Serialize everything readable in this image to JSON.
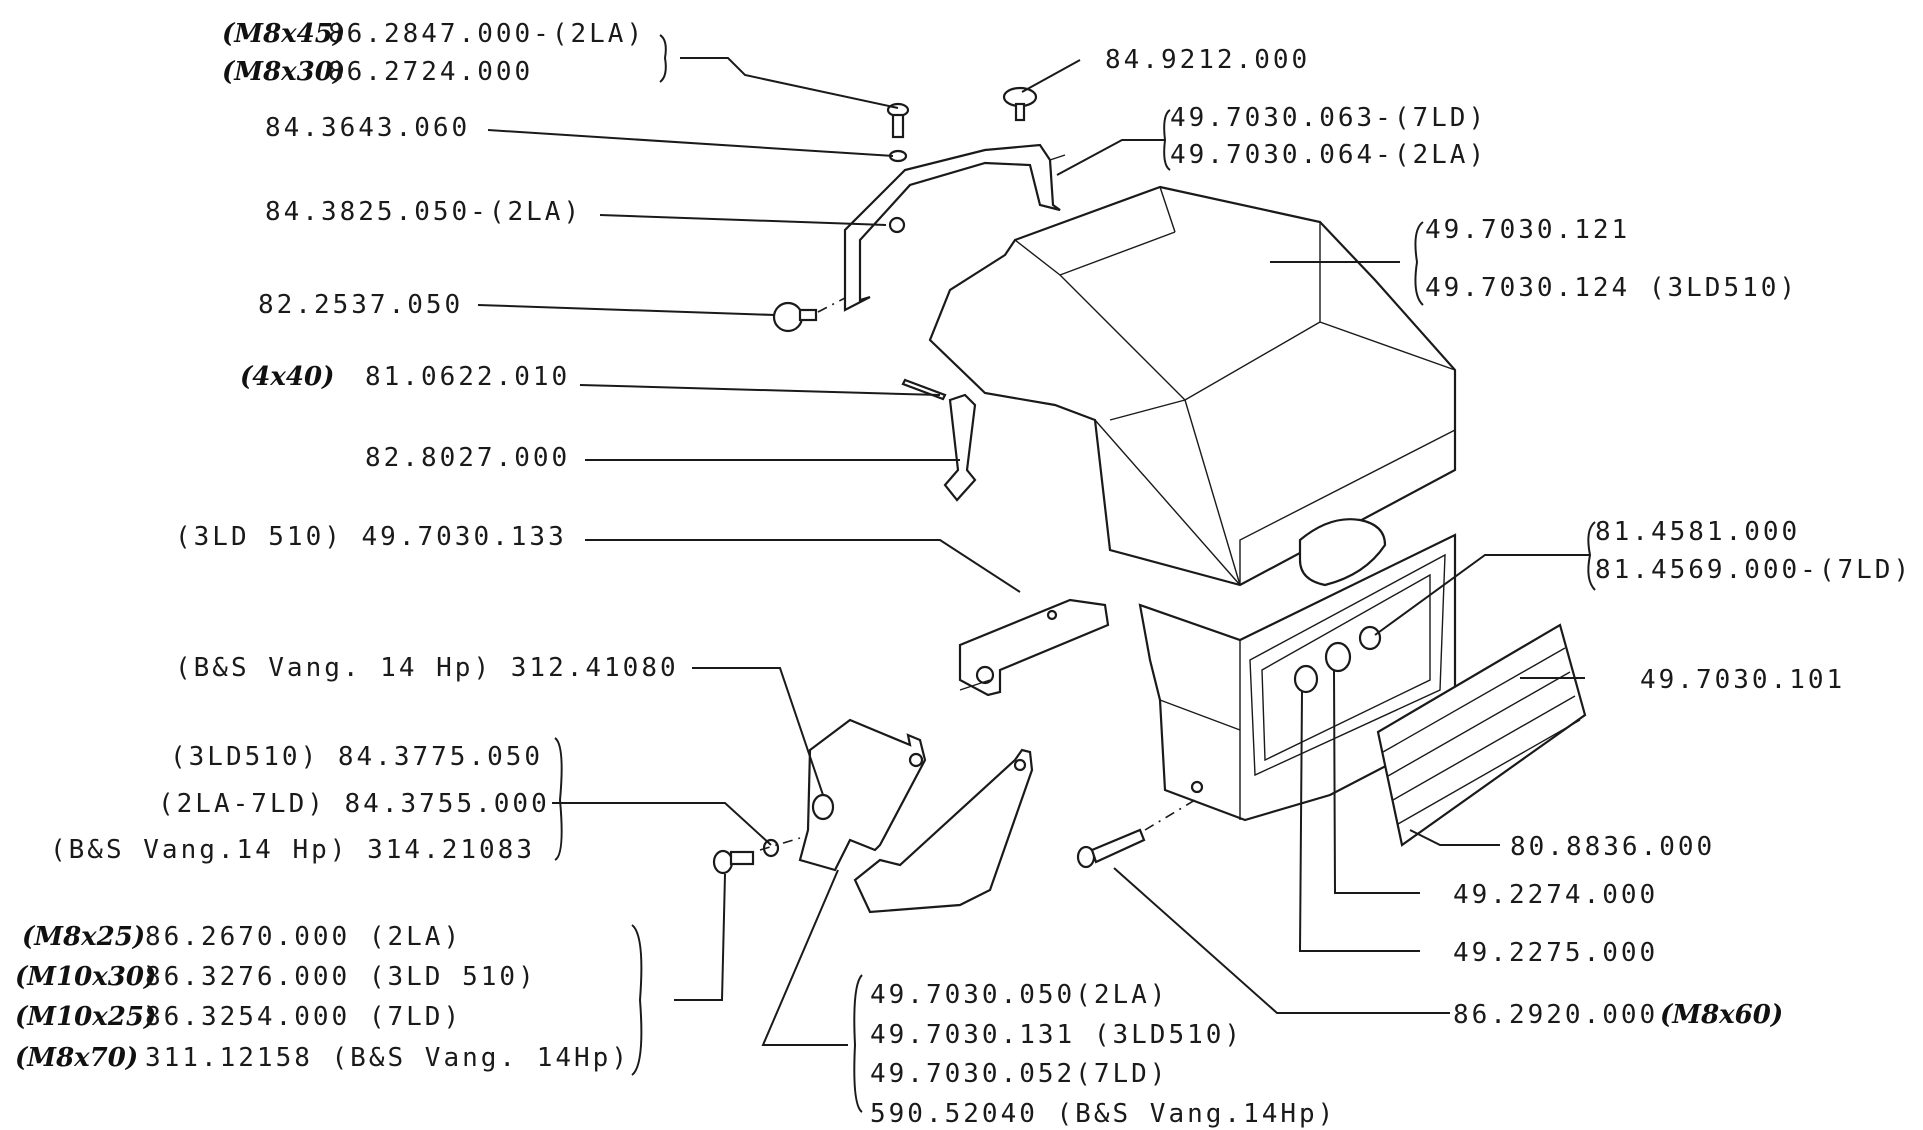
{
  "labels": {
    "l01a": {
      "hand": "(M8x45)",
      "code": "86.2847.000-(2LA)"
    },
    "l01b": {
      "hand": "(M8x30)",
      "code": "86.2724.000"
    },
    "l02": {
      "code": "84.9212.000"
    },
    "l03": {
      "code": "84.3643.060"
    },
    "l04a": {
      "code": "49.7030.063-(7LD)"
    },
    "l04b": {
      "code": "49.7030.064-(2LA)"
    },
    "l05": {
      "code": "84.3825.050-(2LA)"
    },
    "l06a": {
      "code": "49.7030.121"
    },
    "l06b": {
      "code": "49.7030.124 (3LD510)"
    },
    "l07": {
      "code": "82.2537.050"
    },
    "l08": {
      "hand": "(4x40)",
      "code": "81.0622.010"
    },
    "l09": {
      "code": "82.8027.000"
    },
    "l10": {
      "code": "(3LD 510) 49.7030.133"
    },
    "l11a": {
      "code": "81.4581.000"
    },
    "l11b": {
      "code": "81.4569.000-(7LD)"
    },
    "l12": {
      "code": "(B&S Vang. 14 Hp) 312.41080"
    },
    "l13": {
      "code": "49.7030.101"
    },
    "l14a": {
      "code": "(3LD510) 84.3775.050"
    },
    "l14b": {
      "code": "(2LA-7LD) 84.3755.000"
    },
    "l14c": {
      "code": "(B&S Vang.14 Hp) 314.21083"
    },
    "l15": {
      "code": "80.8836.000"
    },
    "l16": {
      "code": "49.2274.000"
    },
    "l17": {
      "code": "49.2275.000"
    },
    "l18": {
      "code": "86.2920.000",
      "hand": "(M8x60)"
    },
    "l19a": {
      "hand": "(M8x25)",
      "code": "86.2670.000 (2LA)"
    },
    "l19b": {
      "hand": "(M10x30)",
      "code": "86.3276.000 (3LD 510)"
    },
    "l19c": {
      "hand": "(M10x25)",
      "code": "86.3254.000 (7LD)"
    },
    "l19d": {
      "hand": "(M8x70)",
      "code": "311.12158 (B&S Vang. 14Hp)"
    },
    "l20a": {
      "code": "49.7030.050(2LA)"
    },
    "l20b": {
      "code": "49.7030.131 (3LD510)"
    },
    "l20c": {
      "code": "49.7030.052(7LD)"
    },
    "l20d": {
      "code": "590.52040 (B&S Vang.14Hp)"
    }
  }
}
